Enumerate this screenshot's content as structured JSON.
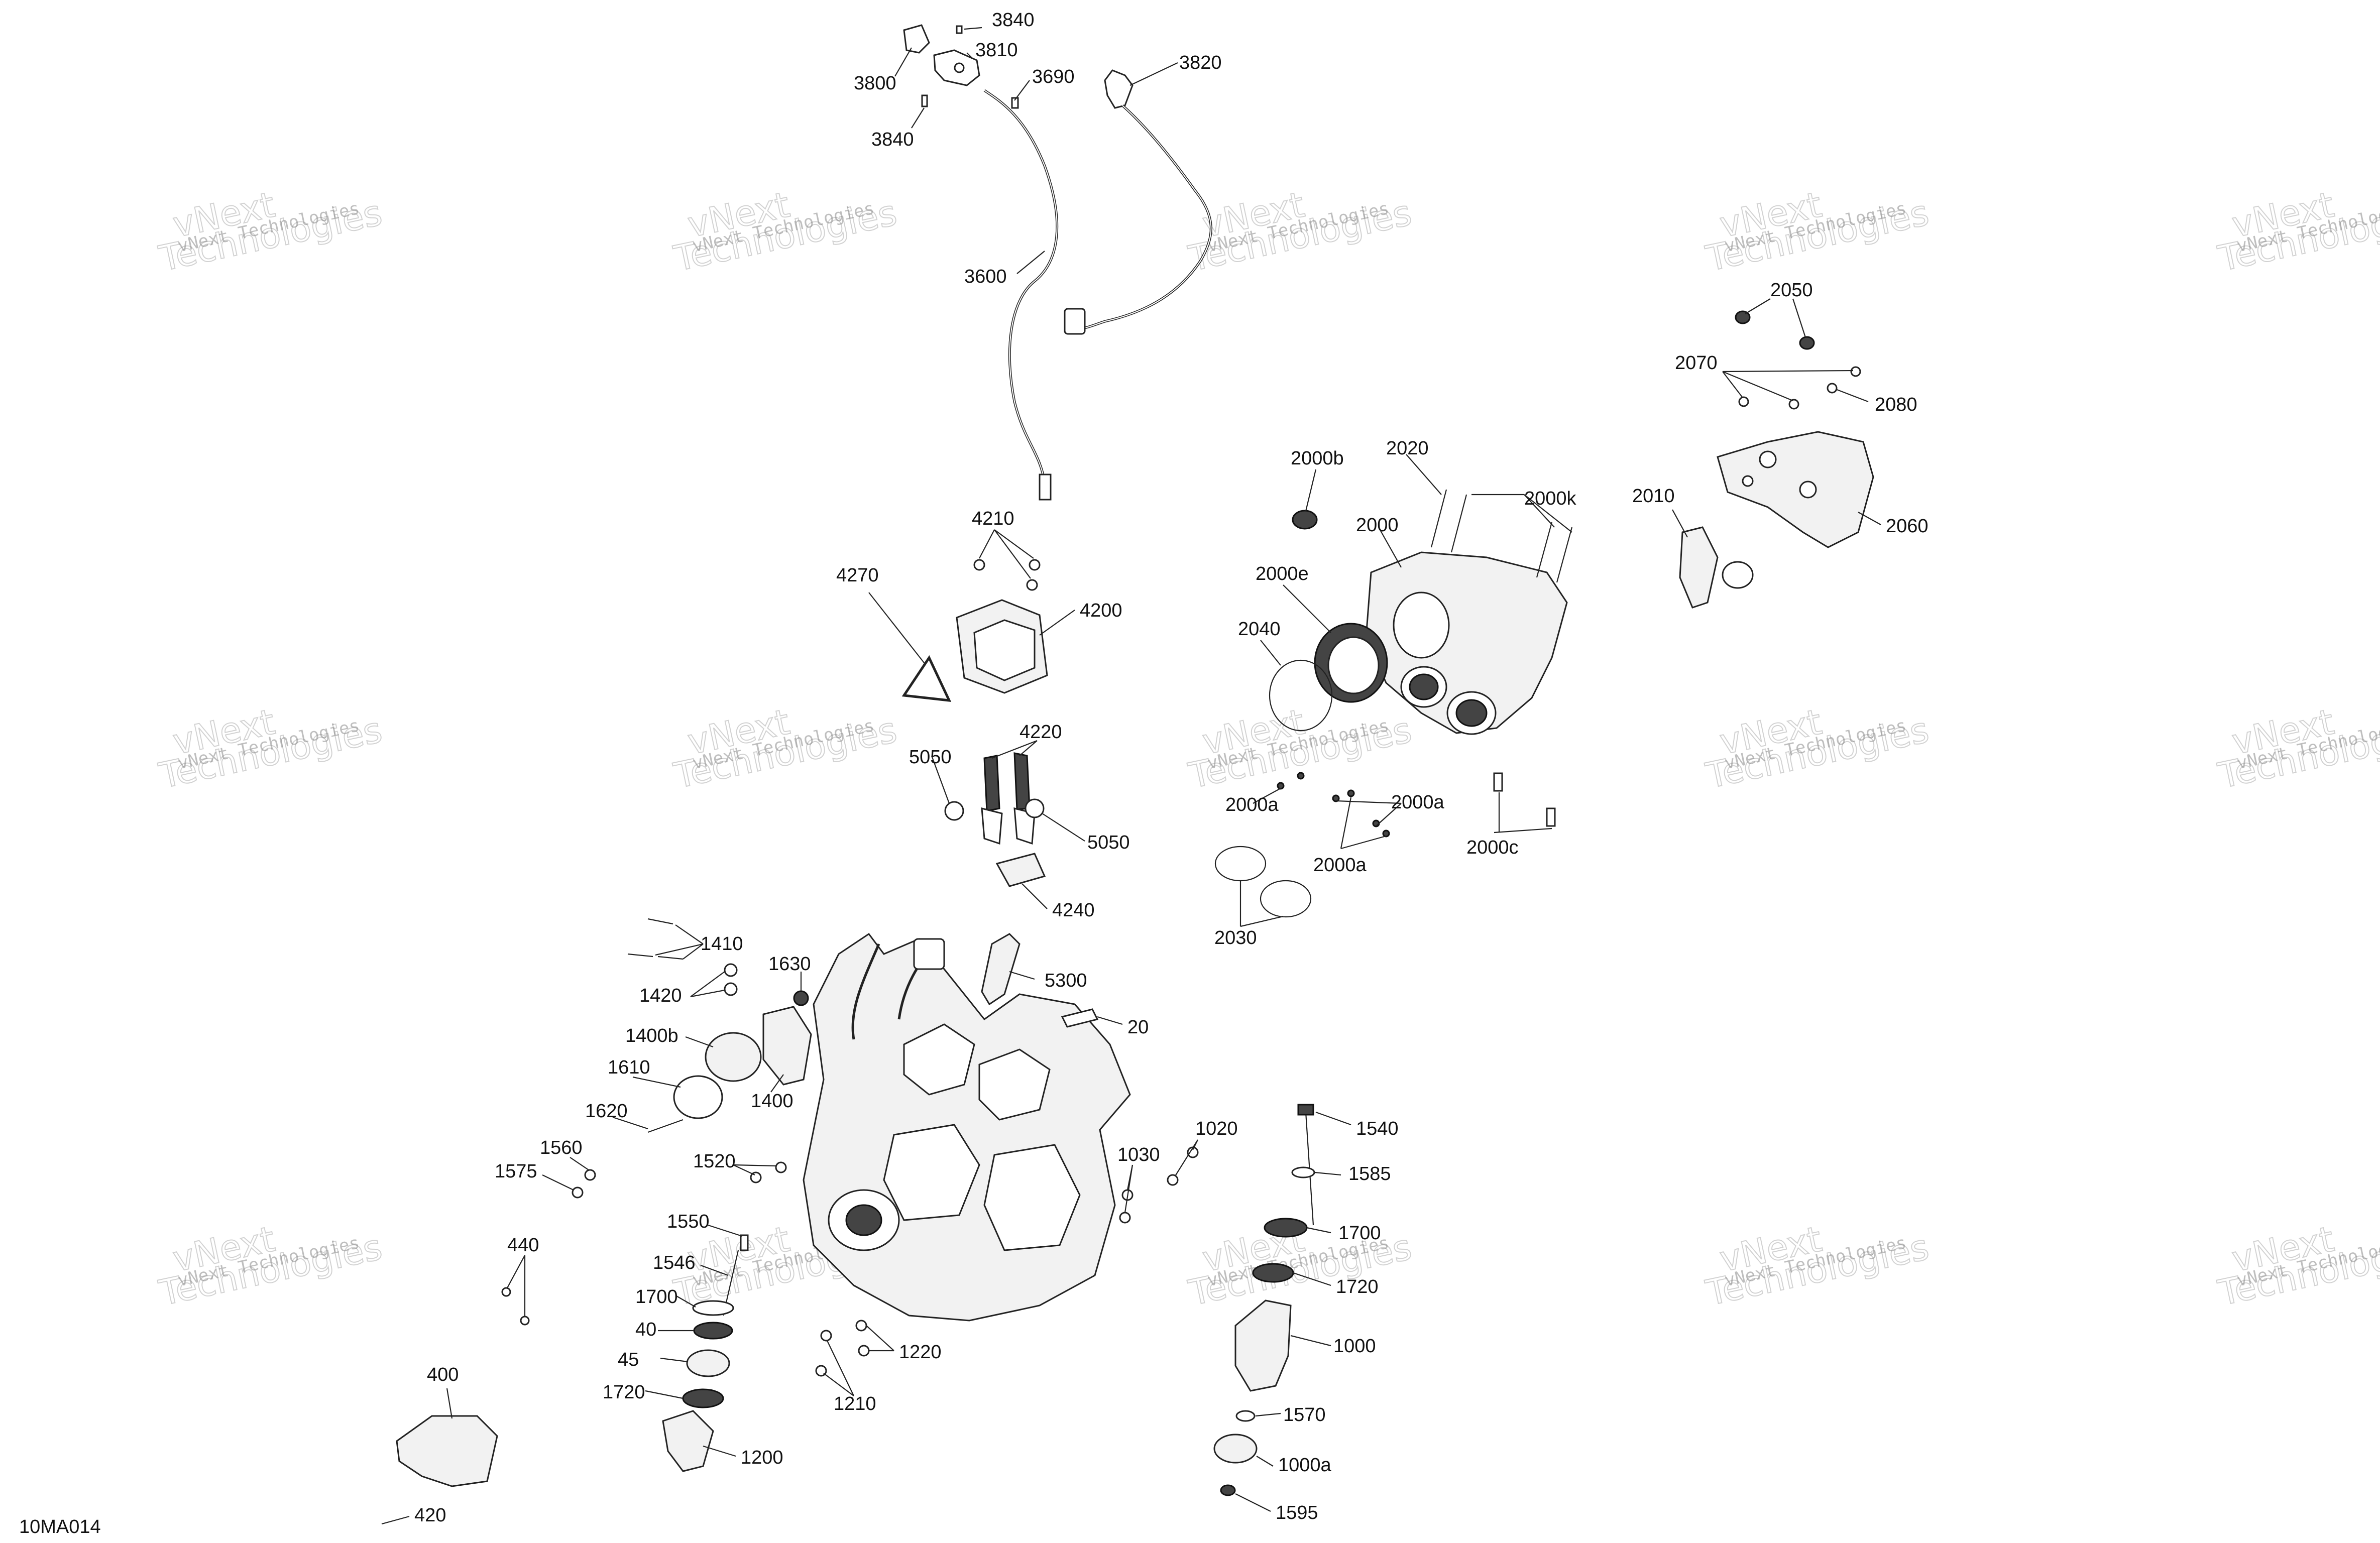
{
  "diagram_code": "10MA014",
  "watermark": {
    "line1": "vNext",
    "line2": "Technologies",
    "small": "vNext Technologies"
  },
  "part_labels": [
    {
      "id": "l3840a",
      "text": "3840"
    },
    {
      "id": "l3810",
      "text": "3810"
    },
    {
      "id": "l3800",
      "text": "3800"
    },
    {
      "id": "l3690",
      "text": "3690"
    },
    {
      "id": "l3840b",
      "text": "3840"
    },
    {
      "id": "l3820",
      "text": "3820"
    },
    {
      "id": "l3600",
      "text": "3600"
    },
    {
      "id": "l2050",
      "text": "2050"
    },
    {
      "id": "l2070",
      "text": "2070"
    },
    {
      "id": "l2080",
      "text": "2080"
    },
    {
      "id": "l2000b",
      "text": "2000b"
    },
    {
      "id": "l2020",
      "text": "2020"
    },
    {
      "id": "l2000k",
      "text": "2000k"
    },
    {
      "id": "l2010",
      "text": "2010"
    },
    {
      "id": "l2060",
      "text": "2060"
    },
    {
      "id": "l2000",
      "text": "2000"
    },
    {
      "id": "l2000e",
      "text": "2000e"
    },
    {
      "id": "l2040",
      "text": "2040"
    },
    {
      "id": "l4210",
      "text": "4210"
    },
    {
      "id": "l4270",
      "text": "4270"
    },
    {
      "id": "l4200",
      "text": "4200"
    },
    {
      "id": "l4220",
      "text": "4220"
    },
    {
      "id": "l5050a",
      "text": "5050"
    },
    {
      "id": "l5050b",
      "text": "5050"
    },
    {
      "id": "l4240",
      "text": "4240"
    },
    {
      "id": "l2000a1",
      "text": "2000a"
    },
    {
      "id": "l2000a2",
      "text": "2000a"
    },
    {
      "id": "l2000a3",
      "text": "2000a"
    },
    {
      "id": "l2000c",
      "text": "2000c"
    },
    {
      "id": "l2030",
      "text": "2030"
    },
    {
      "id": "l1410",
      "text": "1410"
    },
    {
      "id": "l1630",
      "text": "1630"
    },
    {
      "id": "l1420",
      "text": "1420"
    },
    {
      "id": "l5300",
      "text": "5300"
    },
    {
      "id": "l1400b",
      "text": "1400b"
    },
    {
      "id": "l20",
      "text": "20"
    },
    {
      "id": "l1610",
      "text": "1610"
    },
    {
      "id": "l1400",
      "text": "1400"
    },
    {
      "id": "l1620",
      "text": "1620"
    },
    {
      "id": "l1020",
      "text": "1020"
    },
    {
      "id": "l1540",
      "text": "1540"
    },
    {
      "id": "l1560",
      "text": "1560"
    },
    {
      "id": "l1575",
      "text": "1575"
    },
    {
      "id": "l1520",
      "text": "1520"
    },
    {
      "id": "l1030",
      "text": "1030"
    },
    {
      "id": "l1585",
      "text": "1585"
    },
    {
      "id": "l1550",
      "text": "1550"
    },
    {
      "id": "l1700a",
      "text": "1700"
    },
    {
      "id": "l440",
      "text": "440"
    },
    {
      "id": "l1546",
      "text": "1546"
    },
    {
      "id": "l1720a",
      "text": "1720"
    },
    {
      "id": "l1700b",
      "text": "1700"
    },
    {
      "id": "l40",
      "text": "40"
    },
    {
      "id": "l1000",
      "text": "1000"
    },
    {
      "id": "l1220",
      "text": "1220"
    },
    {
      "id": "l45",
      "text": "45"
    },
    {
      "id": "l400",
      "text": "400"
    },
    {
      "id": "l1210",
      "text": "1210"
    },
    {
      "id": "l1720b",
      "text": "1720"
    },
    {
      "id": "l1570",
      "text": "1570"
    },
    {
      "id": "l1200",
      "text": "1200"
    },
    {
      "id": "l1000a",
      "text": "1000a"
    },
    {
      "id": "l1595",
      "text": "1595"
    },
    {
      "id": "l420",
      "text": "420"
    }
  ]
}
